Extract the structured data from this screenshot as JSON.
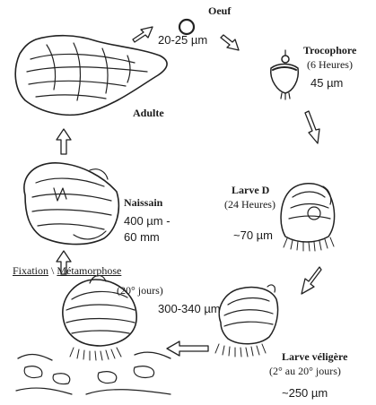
{
  "stages": {
    "oeuf": {
      "name": "Oeuf",
      "size": "20-25 µm"
    },
    "trocophore": {
      "name": "Trocophore",
      "age": "(6 Heures)",
      "size": "45 µm"
    },
    "larve_d": {
      "name": "Larve D",
      "age": "(24 Heures)",
      "size": "~70 µm"
    },
    "larve_veligere": {
      "name": "Larve véligère",
      "age": "(2° au 20° jours)",
      "size": "~250 µm"
    },
    "fixation": {
      "name": "Fixation",
      "separator": "\\",
      "metamorphose": "Métamorphose",
      "age": "(20° jours)",
      "size": "300-340 µm"
    },
    "naissain": {
      "name": "Naissain",
      "size_line1": "400 µm -",
      "size_line2": "60 mm"
    },
    "adulte": {
      "name": "Adulte"
    }
  }
}
